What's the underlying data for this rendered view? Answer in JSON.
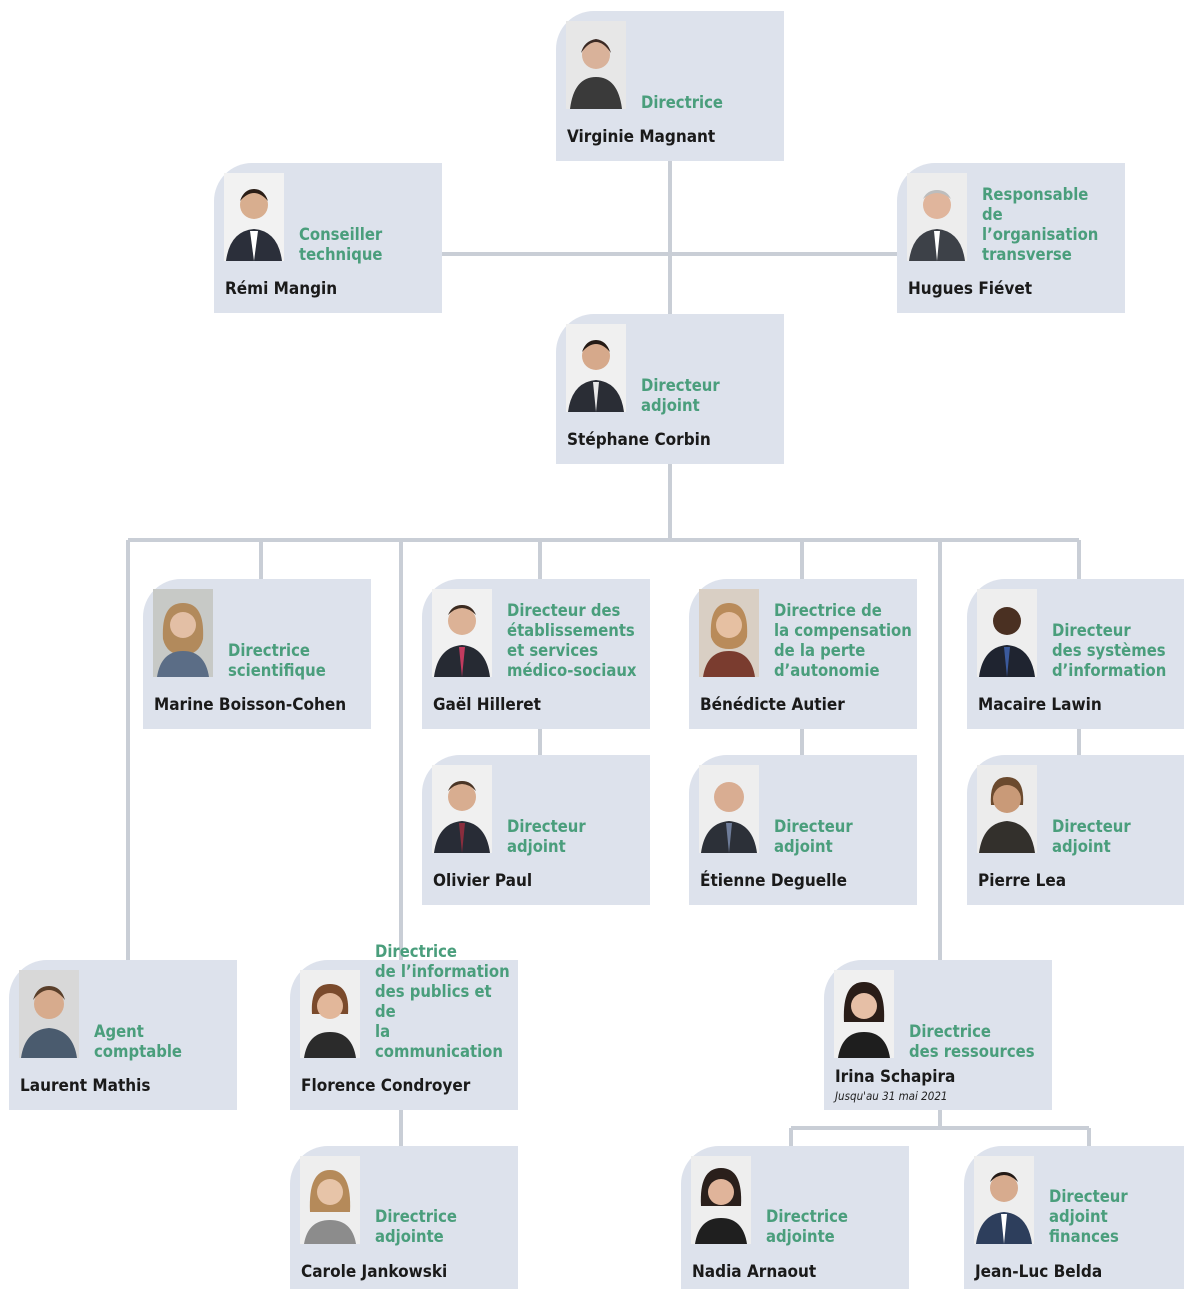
{
  "org": {
    "director": {
      "role": "Directrice",
      "name": "Virginie Magnant"
    },
    "advisor": {
      "role": "Conseiller\ntechnique",
      "name": "Rémi Mangin"
    },
    "transverse": {
      "role": "Responsable\nde l’organisation\ntransverse",
      "name": "Hugues Fiévet"
    },
    "deputy": {
      "role": "Directeur\nadjoint",
      "name": "Stéphane Corbin"
    },
    "scientific": {
      "role": "Directrice\nscientifique",
      "name": "Marine Boisson-Cohen"
    },
    "establishments": {
      "role": "Directeur des\nétablissements\net services\nmédico-sociaux",
      "name": "Gaël Hilleret"
    },
    "establishments_deputy": {
      "role": "Directeur\nadjoint",
      "name": "Olivier Paul"
    },
    "compensation": {
      "role": "Directrice de\nla compensation\nde la perte\nd’autonomie",
      "name": "Bénédicte Autier"
    },
    "compensation_deputy": {
      "role": "Directeur\nadjoint",
      "name": "Étienne Deguelle"
    },
    "it": {
      "role": "Directeur\ndes systèmes\nd’information",
      "name": "Macaire Lawin"
    },
    "it_deputy": {
      "role": "Directeur\nadjoint",
      "name": "Pierre Lea"
    },
    "accountant": {
      "role": "Agent\ncomptable",
      "name": "Laurent Mathis"
    },
    "communication": {
      "role": "Directrice\nde l’information\ndes publics et de\nla communication",
      "name": "Florence Condroyer"
    },
    "communication_deputy": {
      "role": "Directrice\nadjointe",
      "name": "Carole Jankowski"
    },
    "resources": {
      "role": "Directrice\ndes ressources",
      "name": "Irina Schapira",
      "note": "Jusqu'au 31 mai 2021"
    },
    "resources_deputy": {
      "role": "Directrice\nadjointe",
      "name": "Nadia Arnaout"
    },
    "finance_deputy": {
      "role": "Directeur adjoint\nfinances",
      "name": "Jean-Luc Belda"
    }
  },
  "colors": {
    "card_bg": "#dde2ec",
    "role_text": "#4a9e7c",
    "name_text": "#1a1a1a",
    "connector": "#c9ced6"
  }
}
